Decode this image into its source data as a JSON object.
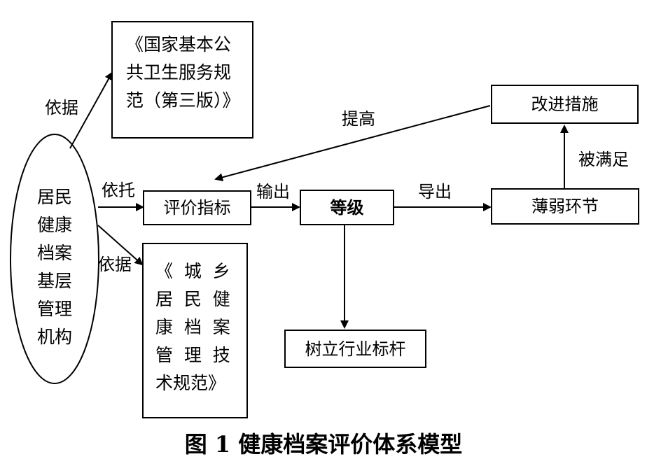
{
  "nodes": {
    "institution": "居民\n健康\n档案\n基层\n管理\n机构",
    "standard1": "《国家基本公\n共卫生服务规\n范（第三版）》",
    "standard2": "《  城  乡\n居  民  健\n康  档  案\n管  理  技\n术规范》",
    "indicator": "评价指标",
    "grade": "等级",
    "weak": "薄弱环节",
    "improve": "改进措施",
    "benchmark": "树立行业标杆"
  },
  "edges": {
    "basis1": "依据",
    "rely": "依托",
    "basis2": "依据",
    "raise": "提高",
    "output": "输出",
    "derive": "导出",
    "satisfied": "被满足"
  },
  "caption": "图 1   健康档案评价体系模型"
}
